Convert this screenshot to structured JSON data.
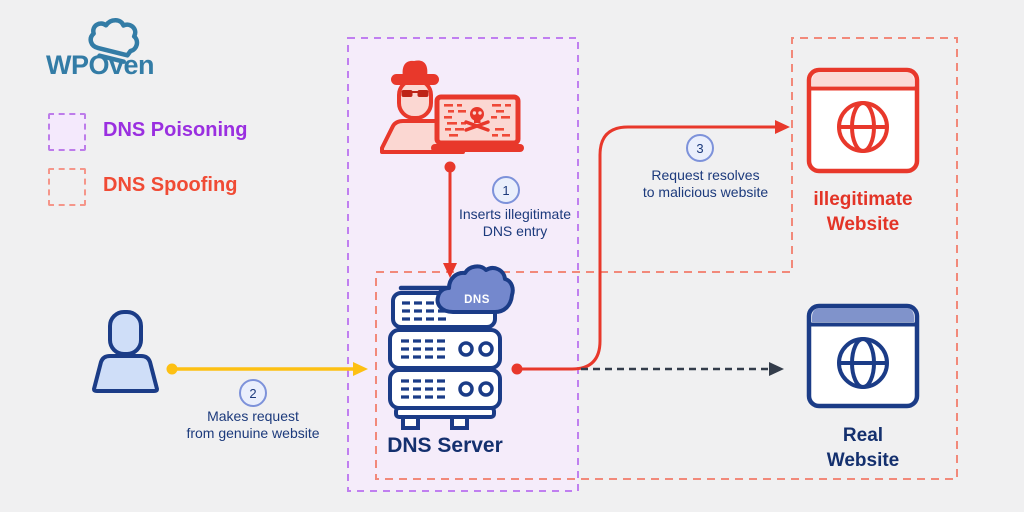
{
  "logo": {
    "text": "WPOven"
  },
  "legend": {
    "items": [
      {
        "label": "DNS Poisoning",
        "text_color": "#9a2fe0",
        "box_border": "#bd7cea",
        "box_fill": "#f4e9fc"
      },
      {
        "label": "DNS Spoofing",
        "text_color": "#f04b35",
        "box_border": "#f5968a",
        "box_fill": "transparent"
      }
    ]
  },
  "zones": {
    "dns_poisoning": {
      "legend": "DNS Poisoning",
      "border": "#c07ff0",
      "fill": "#f5ecfa"
    },
    "dns_spoofing": {
      "legend": "DNS Spoofing",
      "border": "#f2897a",
      "fill": "none"
    }
  },
  "steps": [
    {
      "number": "1",
      "lines": [
        "Inserts illegitimate",
        "DNS entry"
      ]
    },
    {
      "number": "2",
      "lines": [
        "Makes request",
        "from genuine website"
      ]
    },
    {
      "number": "3",
      "lines": [
        "Request resolves",
        "to malicious website"
      ]
    }
  ],
  "nodes": {
    "hacker": {
      "name": "attacker with laptop"
    },
    "user": {
      "name": "user"
    },
    "dns_server": {
      "label": "DNS Server",
      "cloud_label": "DNS"
    },
    "illegitimate_website": {
      "lines": [
        "illegitimate",
        "Website"
      ]
    },
    "real_website": {
      "lines": [
        "Real",
        "Website"
      ]
    }
  },
  "colors": {
    "background": "#f0f0f1",
    "red": "#e8382b",
    "salmon_dash": "#f2897a",
    "navy": "#1b3c87",
    "text_navy": "#1c3a7c",
    "purple": "#9a2fe0",
    "purple_dash": "#c07ff0",
    "purple_fill": "#f5ecfa",
    "yellow": "#fdc013",
    "dashed_black": "#333c4a",
    "logo_blue": "#337ca6",
    "cloud_blue": "#7488cd",
    "header_blue": "#8093cb",
    "skin_pink": "#fbd7d2",
    "user_blue": "#cfdef8"
  }
}
